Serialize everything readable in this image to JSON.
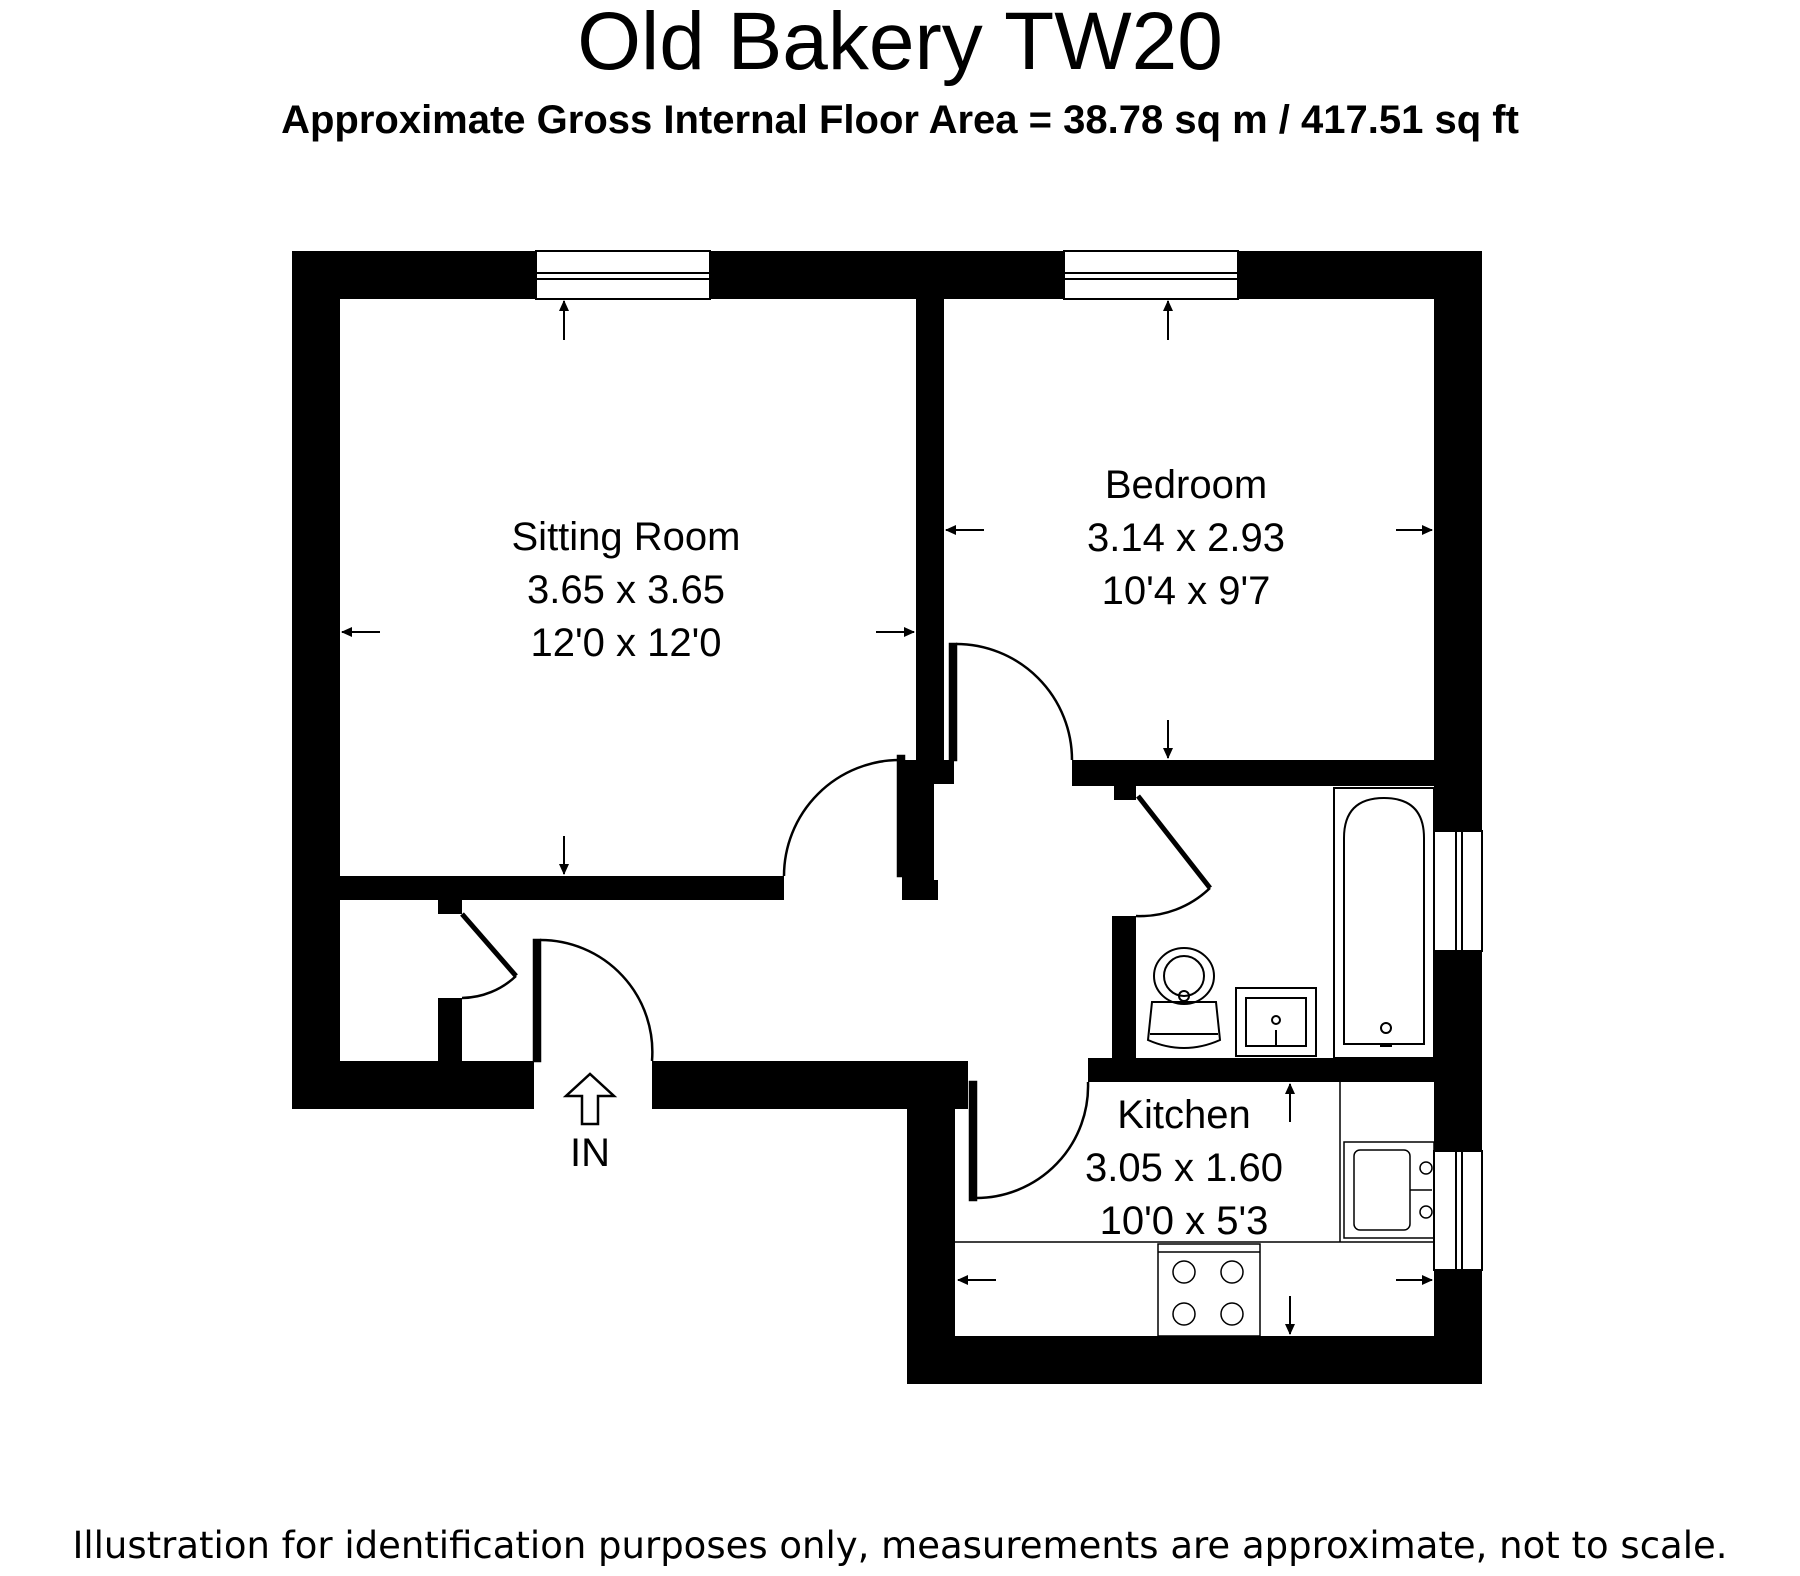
{
  "header": {
    "title": "Old Bakery TW20",
    "area_line": "Approximate Gross Internal Floor Area  = 38.78 sq m  / 417.51 sq ft"
  },
  "rooms": {
    "sitting_room": {
      "name": "Sitting Room",
      "metric": "3.65 x 3.65",
      "imperial": "12'0 x 12'0"
    },
    "bedroom": {
      "name": "Bedroom",
      "metric": "3.14 x 2.93",
      "imperial": "10'4 x 9'7"
    },
    "kitchen": {
      "name": "Kitchen",
      "metric": "3.05 x 1.60",
      "imperial": "10'0 x 5'3"
    }
  },
  "entrance": {
    "label": "IN"
  },
  "footer": {
    "disclaimer": "Illustration for identification purposes only, measurements are approximate, not to scale."
  },
  "colors": {
    "wall": "#000000",
    "background": "#ffffff"
  }
}
